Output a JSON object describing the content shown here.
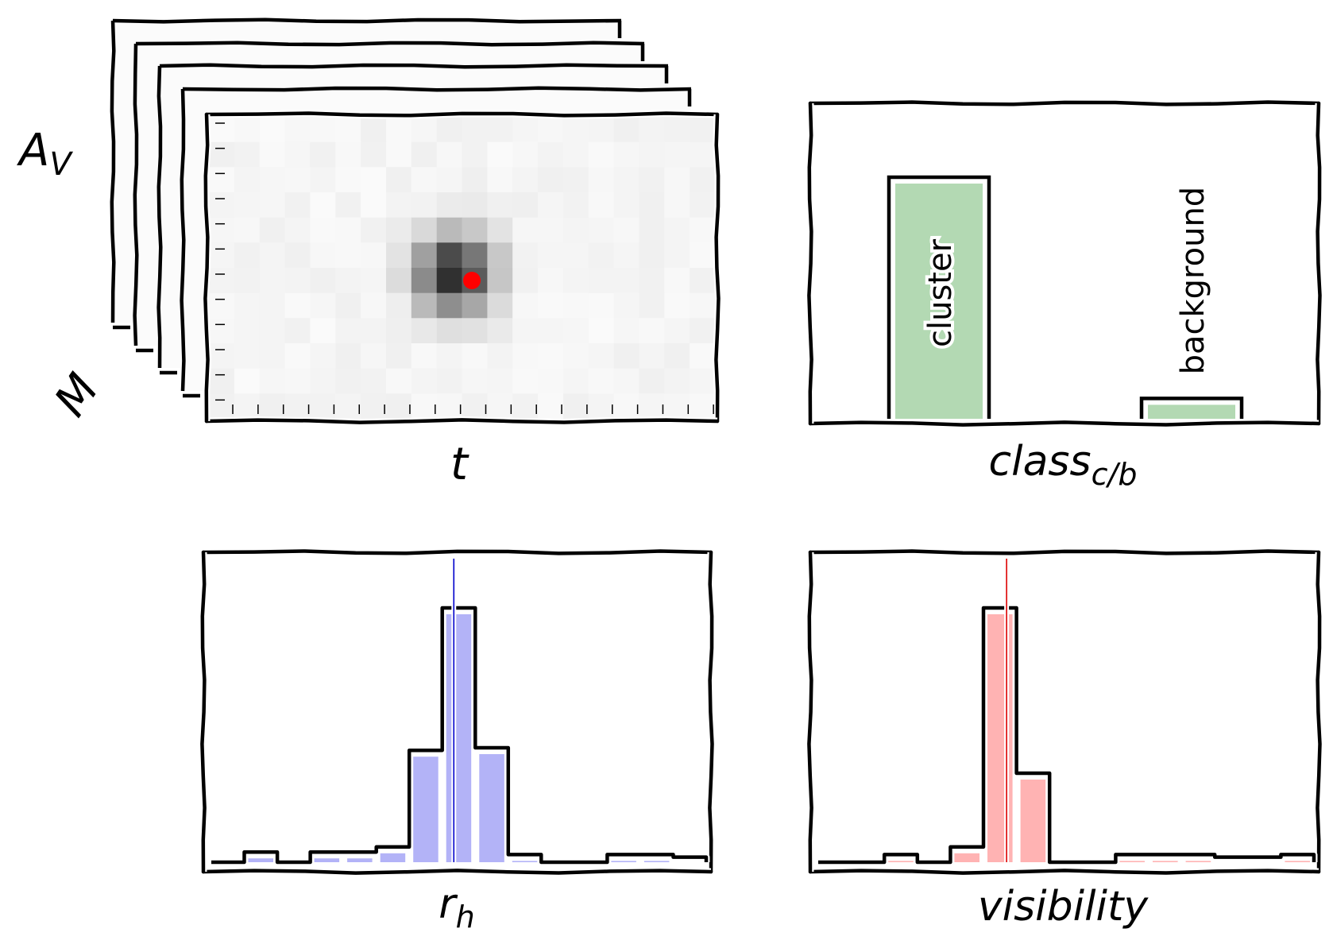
{
  "stack_panel": {
    "ylabel": "A",
    "ylabel_sub": "V",
    "depth_label": "M",
    "xlabel": "t",
    "marker_color": "#ff0000"
  },
  "class_panel": {
    "xlabel": "class",
    "xlabel_sub": "c/b",
    "bar_color": "#b3d9b3",
    "bars": [
      {
        "label": "cluster",
        "value": 0.95
      },
      {
        "label": "background",
        "value": 0.08
      }
    ]
  },
  "rh_panel": {
    "xlabel": "r",
    "xlabel_sub": "h",
    "fill_color": "#b3b3f7",
    "line_color": "#0000cc",
    "truth_position": 0.49,
    "bins": [
      0.0,
      0.04,
      0.0,
      0.04,
      0.04,
      0.06,
      0.44,
      1.0,
      0.45,
      0.03,
      0.0,
      0.0,
      0.03,
      0.03,
      0.02
    ]
  },
  "vis_panel": {
    "xlabel": "visibility",
    "fill_color": "#ffb3b3",
    "line_color": "#dd0000",
    "truth_position": 0.38,
    "bins": [
      0.0,
      0.0,
      0.03,
      0.0,
      0.06,
      1.0,
      0.35,
      0.0,
      0.0,
      0.03,
      0.03,
      0.03,
      0.02,
      0.02,
      0.03
    ]
  }
}
